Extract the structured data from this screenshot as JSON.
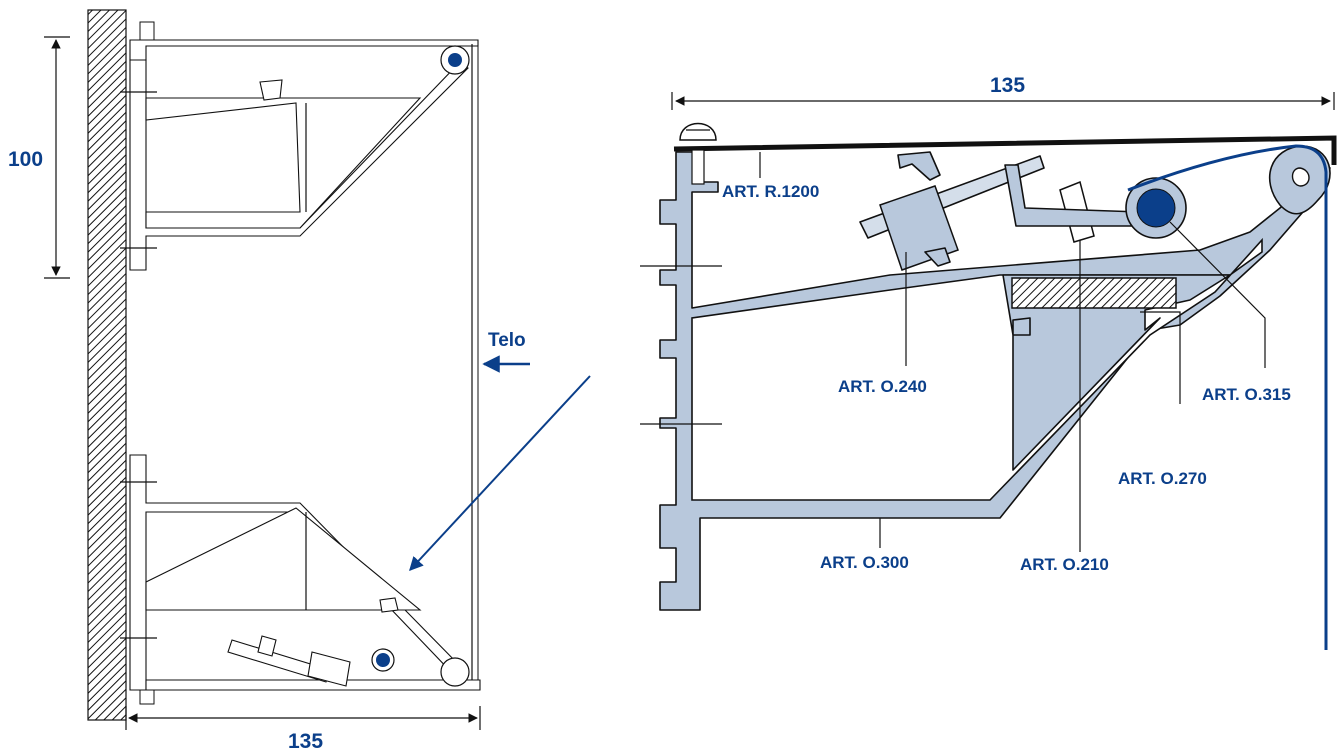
{
  "diagram": {
    "labels": {
      "dim_height": "100",
      "dim_width_bottom": "135",
      "dim_width_top": "135",
      "telo": "Telo",
      "art_r1200": "ART. R.1200",
      "art_o240": "ART. O.240",
      "art_o315": "ART. O.315",
      "art_o270": "ART. O.270",
      "art_o300": "ART. O.300",
      "art_o210": "ART. O.210"
    },
    "colors": {
      "profile_fill": "#b8c8dc",
      "accent_blue": "#0b3f8a",
      "outline": "#111111"
    }
  }
}
